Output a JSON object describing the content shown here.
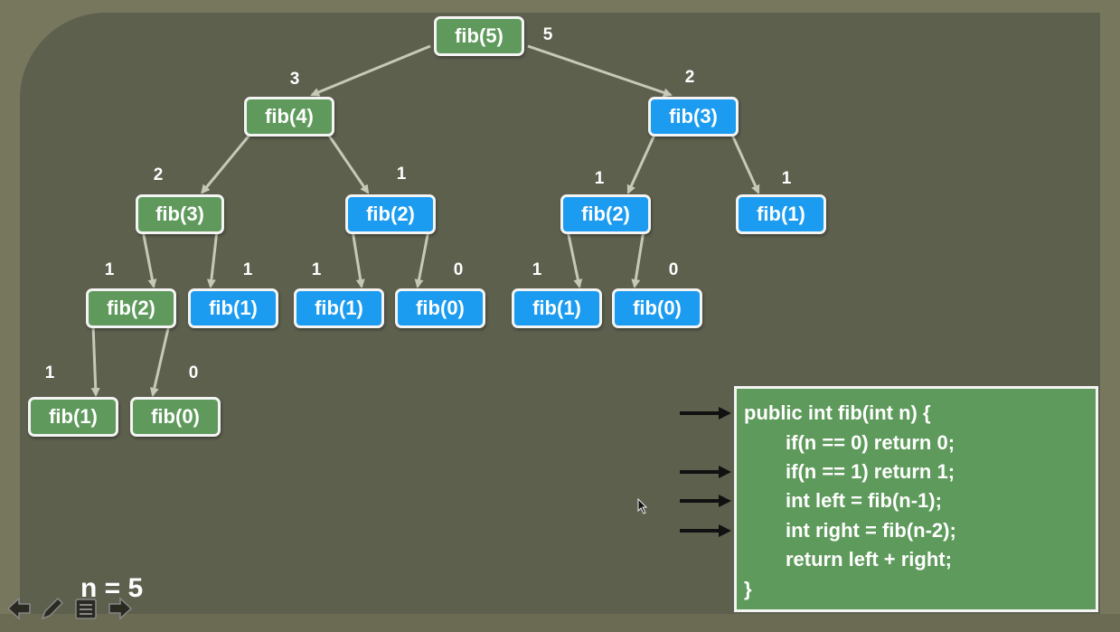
{
  "nodes": [
    {
      "id": "a",
      "label": "fib(5)",
      "color": "green",
      "value": "5"
    },
    {
      "id": "b",
      "label": "fib(4)",
      "color": "green",
      "value": "3"
    },
    {
      "id": "c",
      "label": "fib(3)",
      "color": "blue",
      "value": "2"
    },
    {
      "id": "d",
      "label": "fib(3)",
      "color": "green",
      "value": "2"
    },
    {
      "id": "e",
      "label": "fib(2)",
      "color": "blue",
      "value": "1"
    },
    {
      "id": "f",
      "label": "fib(2)",
      "color": "blue",
      "value": "1"
    },
    {
      "id": "g",
      "label": "fib(1)",
      "color": "blue",
      "value": "1"
    },
    {
      "id": "h",
      "label": "fib(2)",
      "color": "green",
      "value": "1"
    },
    {
      "id": "i",
      "label": "fib(1)",
      "color": "blue",
      "value": "1"
    },
    {
      "id": "j",
      "label": "fib(1)",
      "color": "blue",
      "value": "1"
    },
    {
      "id": "k",
      "label": "fib(0)",
      "color": "blue",
      "value": "0"
    },
    {
      "id": "l",
      "label": "fib(1)",
      "color": "blue",
      "value": "1"
    },
    {
      "id": "m",
      "label": "fib(0)",
      "color": "blue",
      "value": "0"
    },
    {
      "id": "n",
      "label": "fib(1)",
      "color": "green",
      "value": "1"
    },
    {
      "id": "o",
      "label": "fib(0)",
      "color": "green",
      "value": "0"
    }
  ],
  "edges": [
    [
      "a",
      "b"
    ],
    [
      "a",
      "c"
    ],
    [
      "b",
      "d"
    ],
    [
      "b",
      "e"
    ],
    [
      "c",
      "f"
    ],
    [
      "c",
      "g"
    ],
    [
      "d",
      "h"
    ],
    [
      "d",
      "i"
    ],
    [
      "e",
      "j"
    ],
    [
      "e",
      "k"
    ],
    [
      "f",
      "l"
    ],
    [
      "f",
      "m"
    ],
    [
      "h",
      "n"
    ],
    [
      "h",
      "o"
    ]
  ],
  "colors": {
    "green_node": "#5f9a5c",
    "blue_node": "#1c9cf0",
    "background": "#5e604e",
    "edge": "#c8c8b8"
  },
  "code": {
    "lines": [
      "public int fib(int n) {",
      "if(n == 0) return 0;",
      "if(n == 1) return 1;",
      "int left = fib(n-1);",
      "int right = fib(n-2);",
      "return left + right;",
      "}"
    ],
    "arrow_lines": [
      0,
      2,
      3,
      4
    ]
  },
  "n_label": "n = 5",
  "controls": {
    "icons": [
      "prev-arrow-icon",
      "pen-icon",
      "menu-icon",
      "next-arrow-icon"
    ]
  }
}
